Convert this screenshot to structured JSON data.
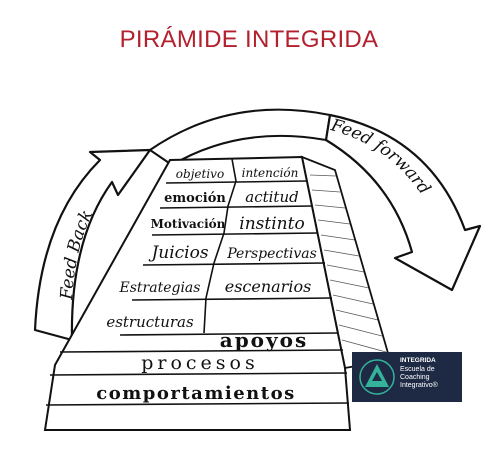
{
  "title": "PIRÁMIDE INTEGRIDA",
  "colors": {
    "title": "#b3202e",
    "ink": "#111111",
    "logo_bg": "#1e2a44",
    "logo_accent": "#35b29a"
  },
  "arrows": {
    "feedback": "Feed Back",
    "feedforward": "Feed forward"
  },
  "pyramid": {
    "row1_left": "objetivo",
    "row1_right": "intención",
    "row2_left": "emoción",
    "row2_right": "actitud",
    "row3_left": "Motivación",
    "row3_right": "instinto",
    "row4_left": "Juicios",
    "row4_right": "Perspectivas",
    "row5_left": "Estrategias",
    "row5_right": "escenarios",
    "row6_left": "estructuras",
    "row6_right": "apoyos",
    "row7": "procesos",
    "row8": "comportamientos"
  },
  "logo": {
    "icon": "triangle-logo-icon",
    "name": "INTEGRIDA",
    "line1": "Escuela de",
    "line2": "Coaching",
    "line3": "Integrativo®"
  }
}
